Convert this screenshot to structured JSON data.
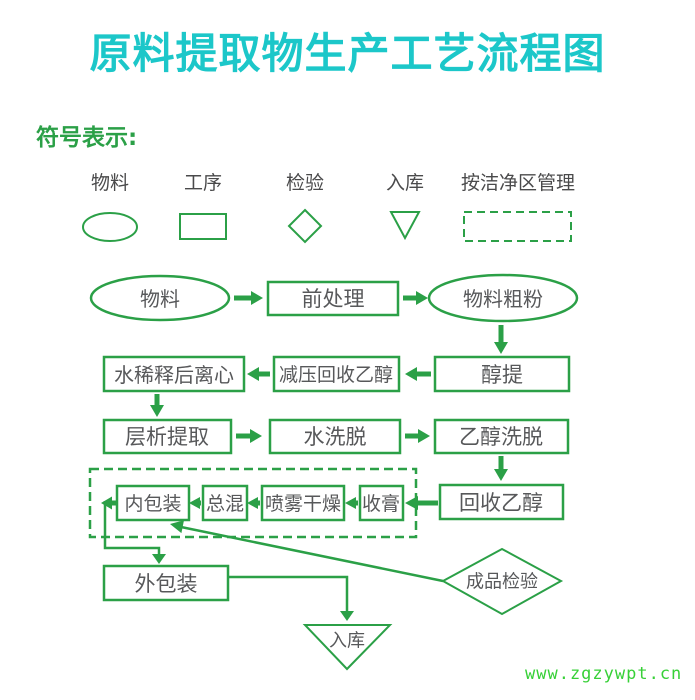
{
  "title": "原料提取物生产工艺流程图",
  "legend": {
    "header": "符号表示:",
    "items": [
      {
        "label": "物料",
        "symbol": "ellipse"
      },
      {
        "label": "工序",
        "symbol": "rectangle"
      },
      {
        "label": "检验",
        "symbol": "diamond"
      },
      {
        "label": "入库",
        "symbol": "inverted-triangle"
      },
      {
        "label": "按洁净区管理",
        "symbol": "dashed-rectangle"
      }
    ]
  },
  "flowchart": {
    "nodes": {
      "material": "物料",
      "pretreatment": "前处理",
      "coarse_powder": "物料粗粉",
      "alcohol_extraction": "醇提",
      "vacuum_ethanol_recovery": "减压回收乙醇",
      "water_dilution_centrifuge": "水稀释后离心",
      "chromatography_extraction": "层析提取",
      "water_elution": "水洗脱",
      "ethanol_elution": "乙醇洗脱",
      "ethanol_recovery": "回收乙醇",
      "paste_collection": "收膏",
      "spray_drying": "喷雾干燥",
      "total_mixing": "总混",
      "inner_packaging": "内包装",
      "outer_packaging": "外包装",
      "finished_product_inspection": "成品检验",
      "warehousing": "入库"
    }
  },
  "colors": {
    "title": "#1cc7c9",
    "diagram_green": "#2ba047",
    "node_text": "#57585a",
    "legend_text": "#4a4a4b",
    "watermark_green": "#37d037"
  },
  "watermark": "www.zgzywpt.cn"
}
